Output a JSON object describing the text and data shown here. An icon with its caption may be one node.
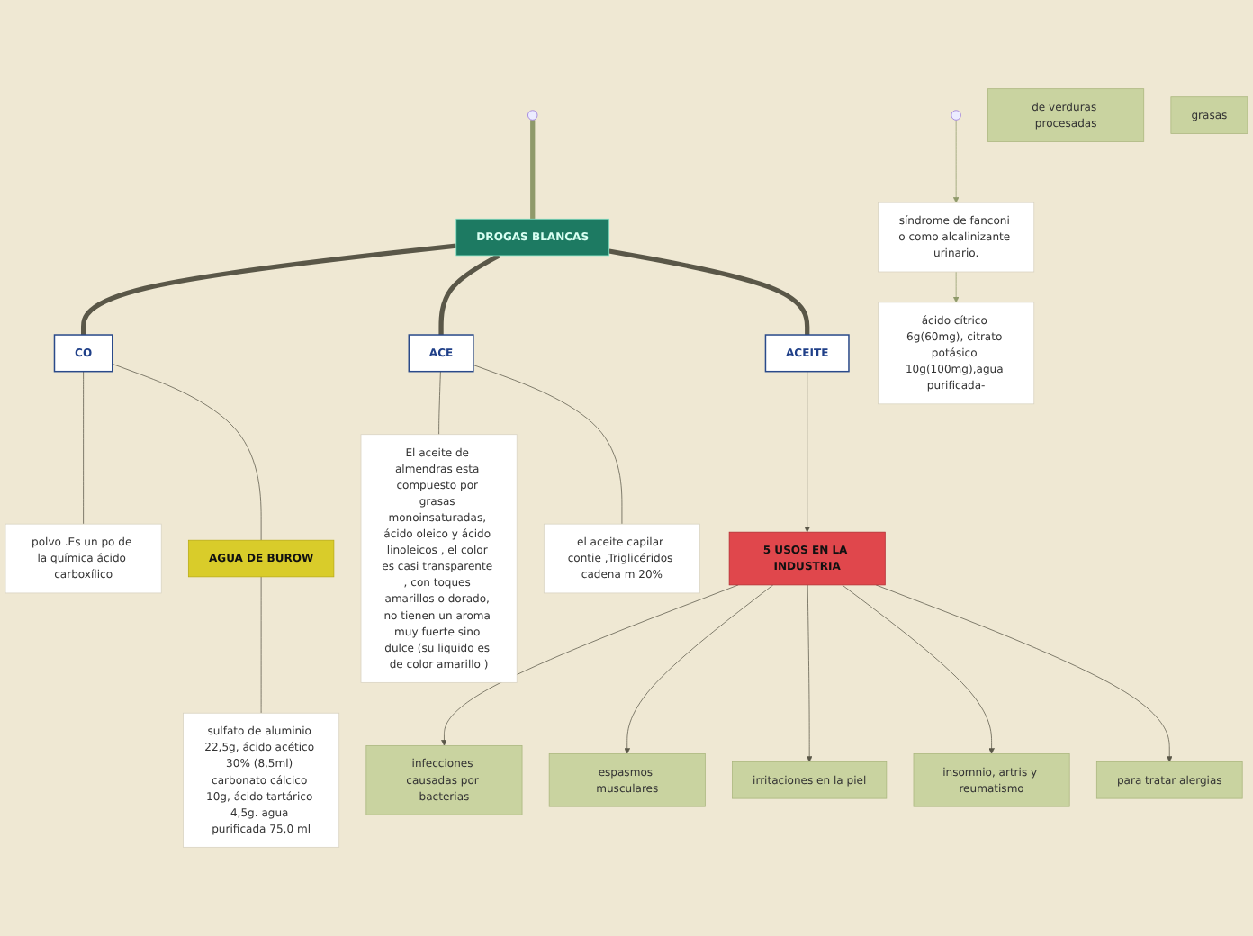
{
  "diagram": {
    "nodes": [
      {
        "text": [
          "DROGAS BLANCAS"
        ]
      },
      {
        "text": [
          "CO"
        ]
      },
      {
        "text": [
          "polvo .Es un po de la química ácido carboxílico"
        ]
      },
      {
        "text": [
          "AGUA DE BUROW"
        ]
      },
      {
        "text": [
          "sulfato de aluminio 22,5g, ácido acético 30% (8,5ml) carbonato cálcico 10g, ácido tartárico 4,5g. agua purificada 75,0 ml"
        ]
      },
      {
        "text": [
          "ACE"
        ]
      },
      {
        "text": [
          "El aceite de almendras esta compuesto por grasas monoinsaturadas, ácido oleico y ácido linoleicos , el color es casi transparente , con toques amarillos o dorado, no tienen un aroma muy fuerte sino dulce (su liquido es de color amarillo )"
        ]
      },
      {
        "text": [
          "el aceite capilar contie ,Triglicéridos cadena m 20%"
        ]
      },
      {
        "text": [
          "ACEITE"
        ]
      },
      {
        "text": [
          "5 USOS EN LA INDUSTRIA"
        ]
      },
      {
        "text": [
          "infecciones causadas por bacterias"
        ]
      },
      {
        "text": [
          "espasmos musculares"
        ]
      },
      {
        "text": [
          "irritaciones en la piel"
        ]
      },
      {
        "text": [
          "insomnio, artris y reumatismo"
        ]
      },
      {
        "text": [
          "para tratar alergias"
        ]
      },
      {
        "text": [
          "síndrome de fanconi o como alcalinizante urinario."
        ]
      },
      {
        "text": [
          "ácido cítrico 6g(60mg), citrato potásico 10g(100mg),agua purificada-"
        ]
      },
      {
        "text": [
          "de verduras procesadas"
        ]
      },
      {
        "text": [
          "grasas"
        ]
      }
    ],
    "edges": [
      {
        "from": 0,
        "to": 1,
        "arrow": "none",
        "style": "thick"
      },
      {
        "from": 1,
        "to": 2,
        "arrow": "none"
      },
      {
        "from": 1,
        "to": 3,
        "arrow": "none"
      },
      {
        "from": 3,
        "to": 4,
        "arrow": "none"
      },
      {
        "from": 0,
        "to": 5,
        "arrow": "none",
        "style": "thick"
      },
      {
        "from": 5,
        "to": 6,
        "arrow": "none"
      },
      {
        "from": 5,
        "to": 7,
        "arrow": "none"
      },
      {
        "from": 0,
        "to": 8,
        "arrow": "none",
        "style": "thick"
      },
      {
        "from": 8,
        "to": 9,
        "arrow": "to"
      },
      {
        "from": 9,
        "to": 10,
        "arrow": "to"
      },
      {
        "from": 9,
        "to": 11,
        "arrow": "to"
      },
      {
        "from": 9,
        "to": 12,
        "arrow": "to"
      },
      {
        "from": 9,
        "to": 13,
        "arrow": "to"
      },
      {
        "from": 9,
        "to": 14,
        "arrow": "to"
      },
      {
        "from": null,
        "to": 0,
        "arrow": "none",
        "style": "thick",
        "color": "#8f9a6a"
      },
      {
        "from": null,
        "to": 15,
        "arrow": "to",
        "color": "#8f9a6a"
      },
      {
        "from": 15,
        "to": 16,
        "arrow": "to",
        "color": "#8f9a6a"
      }
    ]
  }
}
